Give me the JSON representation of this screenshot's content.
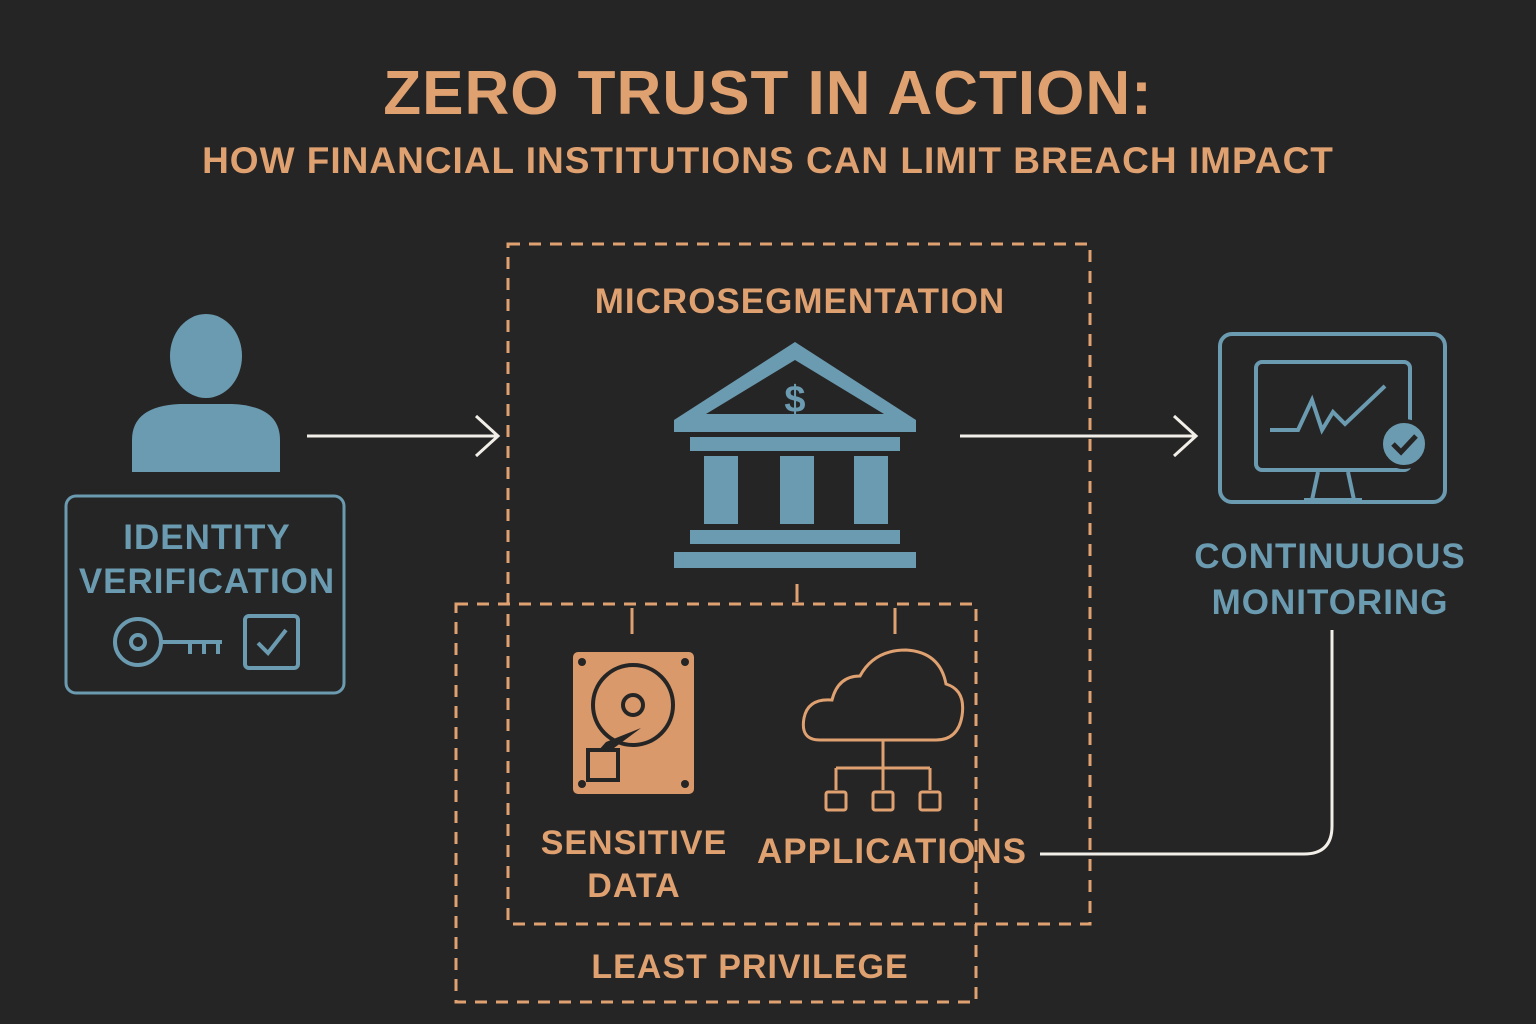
{
  "title": "ZERO TRUST IN ACTION:",
  "subtitle": "HOW FINANCIAL INSTITUTIONS CAN LIMIT BREACH IMPACT",
  "nodes": {
    "identity": {
      "label": "IDENTITY VERIFICATION",
      "icon": "user-icon"
    },
    "microsegmentation": {
      "label": "MICROSEGMENTATION",
      "icon": "bank-icon",
      "icon_text": "$"
    },
    "monitoring": {
      "label": "CONTINUUOUS MONITORING",
      "icon": "monitor-check-icon"
    },
    "sensitive_data": {
      "label": "SENSITIVE DATA",
      "icon": "hard-drive-icon"
    },
    "applications": {
      "label": "APPLICATIONS",
      "icon": "cloud-network-icon"
    },
    "least_privilege": {
      "label": "LEAST PRIVILEGE"
    }
  },
  "colors": {
    "background": "#262525",
    "accent_orange": "#E0A171",
    "accent_blue": "#6B9BB0",
    "arrow": "#F2EEE8"
  }
}
